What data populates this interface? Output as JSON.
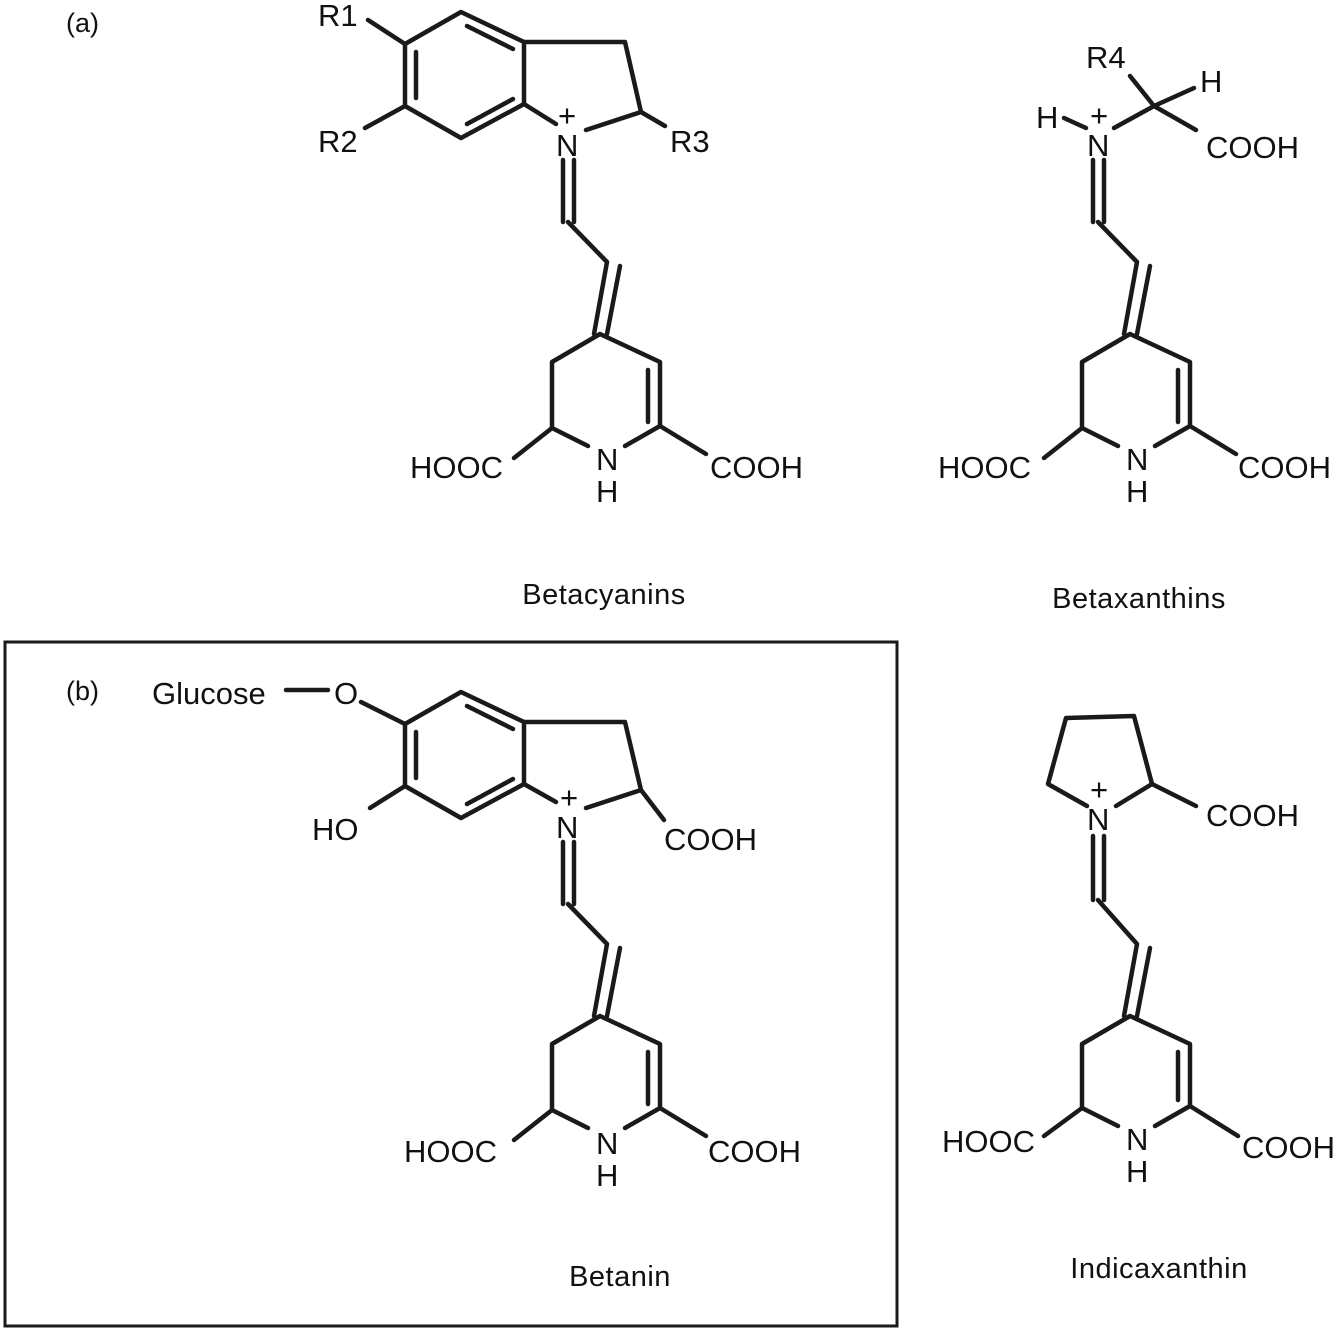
{
  "panels": {
    "a": "(a)",
    "b": "(b)"
  },
  "betacyanins": {
    "name": "Betacyanins",
    "r1": "R1",
    "r2": "R2",
    "r3": "R3",
    "n_plus": "N",
    "charge": "+",
    "cooh_left": "HOOC",
    "cooh_right": "COOH",
    "nh_n": "N",
    "nh_h": "H"
  },
  "betaxanthins": {
    "name": "Betaxanthins",
    "r4": "R4",
    "h_top": "H",
    "h_left": "H",
    "n_plus": "N",
    "charge": "+",
    "cooh_side": "COOH",
    "cooh_left": "HOOC",
    "cooh_right": "COOH",
    "nh_n": "N",
    "nh_h": "H"
  },
  "betanin": {
    "name": "Betanin",
    "glucose": "Glucose",
    "o": "O",
    "ho": "HO",
    "n_plus": "N",
    "charge": "+",
    "cooh_side": "COOH",
    "cooh_left": "HOOC",
    "cooh_right": "COOH",
    "nh_n": "N",
    "nh_h": "H"
  },
  "indicaxanthin": {
    "name": "Indicaxanthin",
    "n_plus": "N",
    "charge": "+",
    "cooh_side": "COOH",
    "cooh_left": "HOOC",
    "cooh_right": "COOH",
    "nh_n": "N",
    "nh_h": "H"
  }
}
